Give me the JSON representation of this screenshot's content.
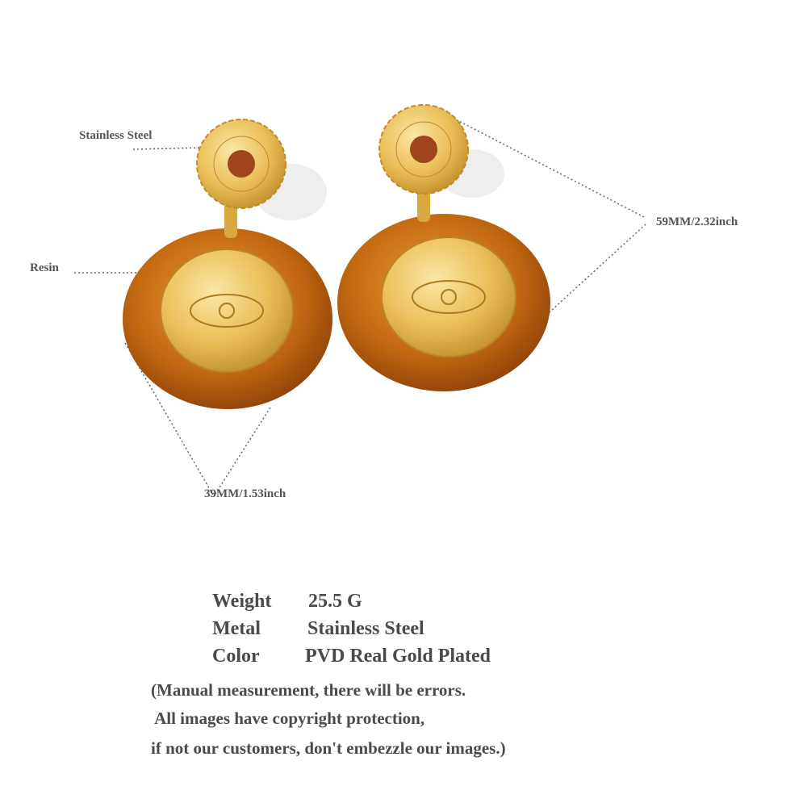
{
  "annotations": {
    "stud_label": "Stainless Steel",
    "resin_label": "Resin",
    "height_label": "59MM/2.32inch",
    "width_label": "39MM/1.53inch"
  },
  "specs": [
    {
      "key": "Weight",
      "value": "25.5 G"
    },
    {
      "key": "Metal",
      "value": "Stainless Steel"
    },
    {
      "key": "Color",
      "value": "PVD Real Gold Plated"
    }
  ],
  "notes": [
    "(Manual measurement, there will be errors.",
    " All images have copyright protection,",
    "if not our customers, don't embezzle our images.)"
  ],
  "colors": {
    "gold": "#e8b94a",
    "resin": "#c86a10",
    "stone": "#a0441c",
    "text": "#4a4a4a"
  }
}
